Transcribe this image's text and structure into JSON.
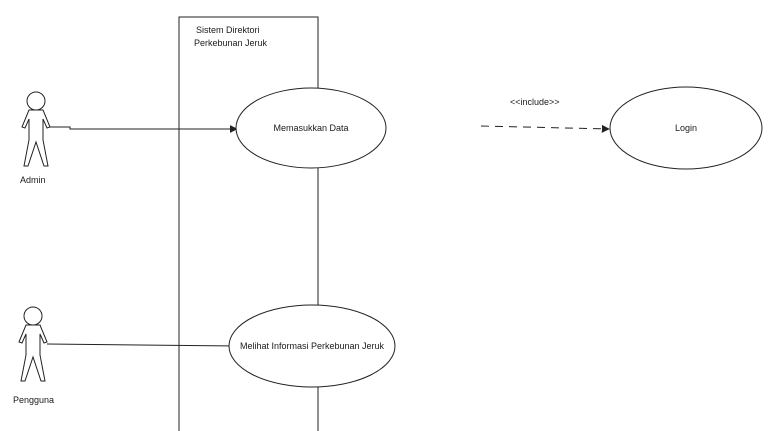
{
  "system": {
    "title_line1": "Sistem Direktori",
    "title_line2": "Perkebunan Jeruk"
  },
  "actors": {
    "admin": "Admin",
    "pengguna": "Pengguna"
  },
  "use_cases": {
    "memasukkan_data": "Memasukkan Data",
    "melihat_informasi": "Melihat Informasi Perkebunan Jeruk",
    "login": "Login"
  },
  "relations": {
    "include_label": "<<include>>"
  },
  "colors": {
    "stroke": "#222222",
    "background": "#ffffff"
  }
}
